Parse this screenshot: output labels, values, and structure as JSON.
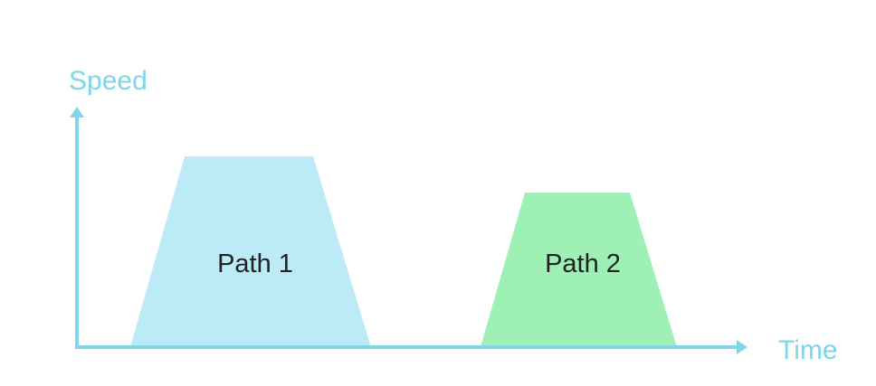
{
  "diagram": {
    "axes": {
      "y_label": "Speed",
      "x_label": "Time",
      "color": "#7fd6e8"
    },
    "paths": [
      {
        "label": "Path 1",
        "color": "#bdeaf7"
      },
      {
        "label": "Path 2",
        "color": "#9ef0b4"
      }
    ]
  }
}
